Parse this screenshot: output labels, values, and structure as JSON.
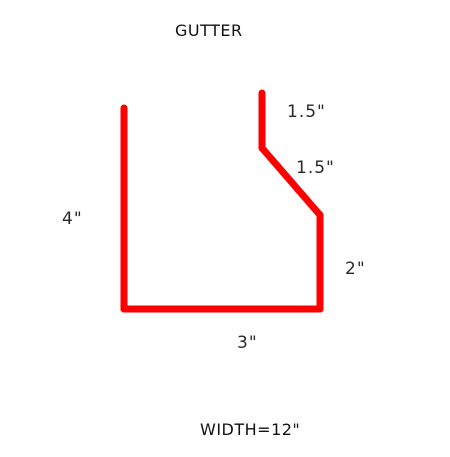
{
  "title": "GUTTER",
  "profile_color": "#ff0000",
  "dimensions": {
    "left_height": "4\"",
    "top_lip": "1.5\"",
    "slant": "1.5\"",
    "right_height": "2\"",
    "bottom_width": "3\""
  },
  "footer": "WIDTH=12\""
}
